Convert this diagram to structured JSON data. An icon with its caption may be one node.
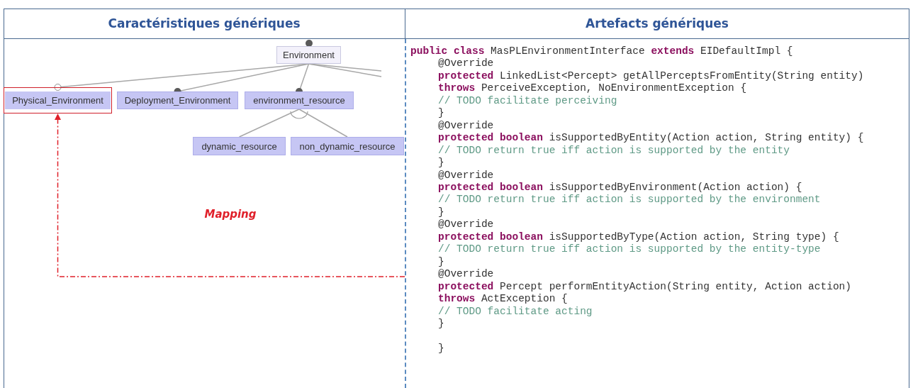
{
  "diagram": {
    "nodes": [
      {
        "text": [
          "Environment"
        ]
      },
      {
        "text": [
          "Physical_Environment"
        ]
      },
      {
        "text": [
          "Deployment_Environment"
        ]
      },
      {
        "text": [
          "environment_resource"
        ]
      },
      {
        "text": [
          "dynamic_resource"
        ]
      },
      {
        "text": [
          "non_dynamic_resource"
        ]
      },
      {
        "text": [
          "**public class** MasPLEnvironmentInterface **extends** EIDefaultImpl {",
          "@Override",
          "**protected** LinkedList<Percept> getAllPerceptsFromEntity(String entity)",
          "**throws** PerceiveException, NoEnvironmentException {",
          "*// TODO facilitate perceiving*",
          "}",
          "@Override",
          "**protected boolean** isSupportedByEntity(Action action, String entity) {",
          "*// TODO return true iff action is supported by the entity*",
          "}",
          "@Override",
          "**protected boolean** isSupportedByEnvironment(Action action) {",
          "*// TODO return true iff action is supported by the environment*",
          "}",
          "@Override",
          "**protected boolean** isSupportedByType(Action action, String type) {",
          "*// TODO return true iff action is supported by the entity-type*",
          "}",
          "@Override",
          "**protected** Percept performEntityAction(String entity, Action action)",
          "**throws** ActException {",
          "*// TODO facilitate acting*",
          "}",
          "}"
        ]
      }
    ],
    "edges": [
      {
        "from": 0,
        "to": 1,
        "arrow": "other"
      },
      {
        "from": 0,
        "to": 2,
        "arrow": "other"
      },
      {
        "from": 0,
        "to": 3,
        "arrow": "other"
      },
      {
        "from": 3,
        "to": 4,
        "arrow": "none"
      },
      {
        "from": 3,
        "to": 5,
        "arrow": "none"
      },
      {
        "from": 0,
        "to": null,
        "arrow": "none"
      },
      {
        "from": 0,
        "to": null,
        "arrow": "none"
      },
      {
        "from": 6,
        "to": 1,
        "arrow": "to",
        "style": "dashed",
        "color": "#e0202a"
      }
    ],
    "labels": [
      "Caractéristiques génériques",
      "Artefacts génériques",
      "Mapping"
    ]
  }
}
